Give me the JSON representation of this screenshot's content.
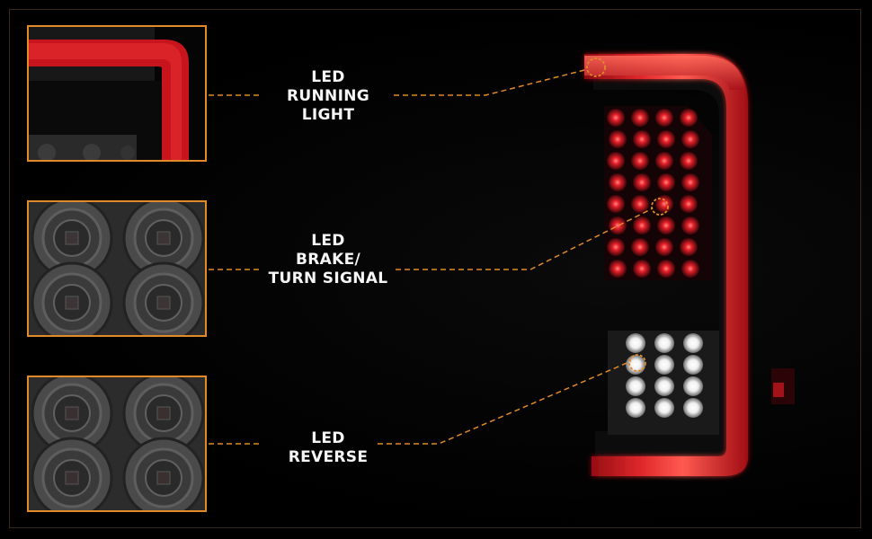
{
  "callouts": [
    {
      "id": "running",
      "lines": [
        "LED",
        "RUNNING",
        "LIGHT"
      ]
    },
    {
      "id": "brake",
      "lines": [
        "LED",
        "BRAKE/",
        "TURN SIGNAL"
      ]
    },
    {
      "id": "reverse",
      "lines": [
        "LED",
        "REVERSE"
      ]
    }
  ],
  "colors": {
    "accent_orange": "#e08a2a",
    "light_bar_red": "#d41a1a",
    "led_red": "#e0202a",
    "led_white": "#ffffff",
    "background": "#000000"
  }
}
